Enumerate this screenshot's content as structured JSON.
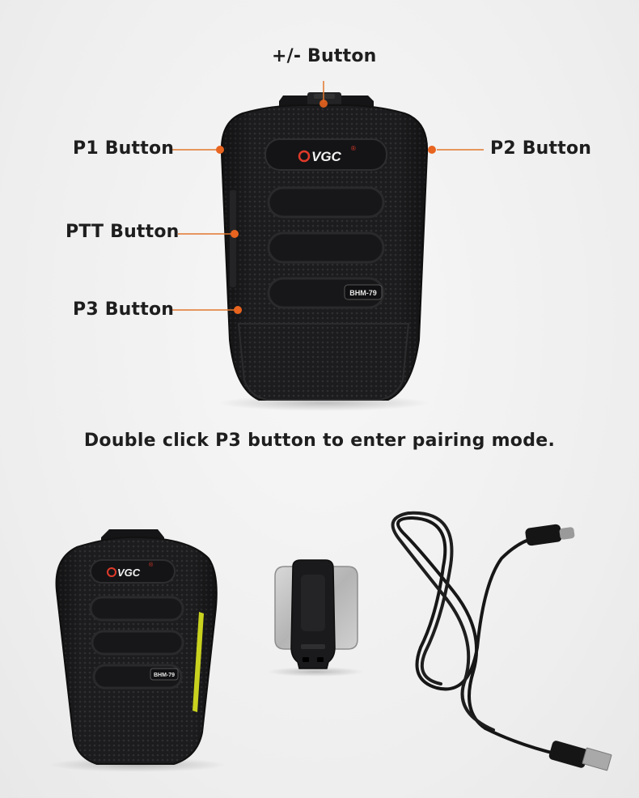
{
  "callouts": {
    "volume": "+/- Button",
    "p1": "P1 Button",
    "p2": "P2 Button",
    "ptt": "PTT Button",
    "p3": "P3 Button"
  },
  "device": {
    "brand": "VGC",
    "registered_mark": "®",
    "model": "BHM-79"
  },
  "caption": "Double click P3 button to enter pairing mode.",
  "colors": {
    "callout_line": "#e2762c",
    "callout_dot": "#e8641f",
    "device_body": "#1d1d1f",
    "accent_stripe": "#c9d21e"
  }
}
